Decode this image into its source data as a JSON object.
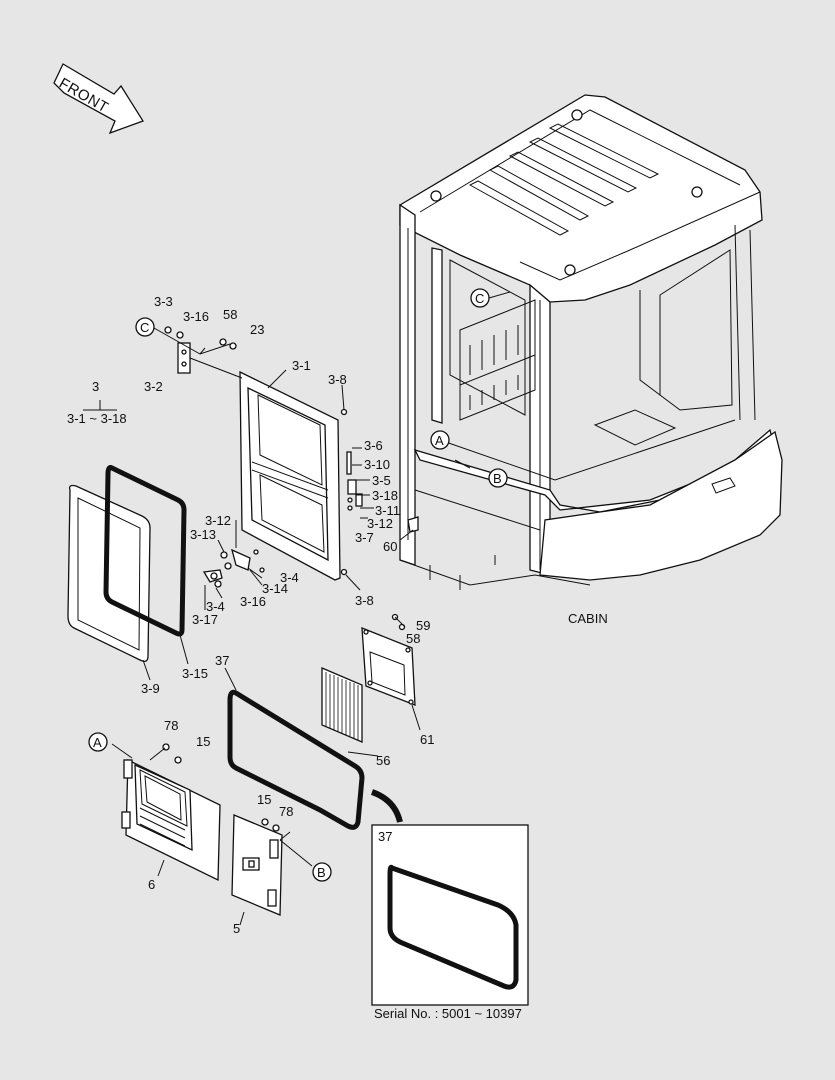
{
  "front_label": "FRONT",
  "cabin_label": "CABIN",
  "serial_note": "Serial No. : 5001 ~ 10397",
  "callouts": {
    "A": "A",
    "B": "B",
    "C": "C"
  },
  "assembly": {
    "number": "3",
    "range": "3-1 ~ 3-18"
  },
  "part_numbers": {
    "p3_1": "3-1",
    "p3_2": "3-2",
    "p3_3": "3-3",
    "p3_4": "3-4",
    "p3_5": "3-5",
    "p3_6": "3-6",
    "p3_7": "3-7",
    "p3_8": "3-8",
    "p3_9": "3-9",
    "p3_10": "3-10",
    "p3_11": "3-11",
    "p3_12": "3-12",
    "p3_13": "3-13",
    "p3_14": "3-14",
    "p3_15": "3-15",
    "p3_16": "3-16",
    "p3_17": "3-17",
    "p3_18": "3-18",
    "p5": "5",
    "p6": "6",
    "p15": "15",
    "p23": "23",
    "p37": "37",
    "p56": "56",
    "p58": "58",
    "p59": "59",
    "p60": "60",
    "p61": "61",
    "p78": "78"
  }
}
